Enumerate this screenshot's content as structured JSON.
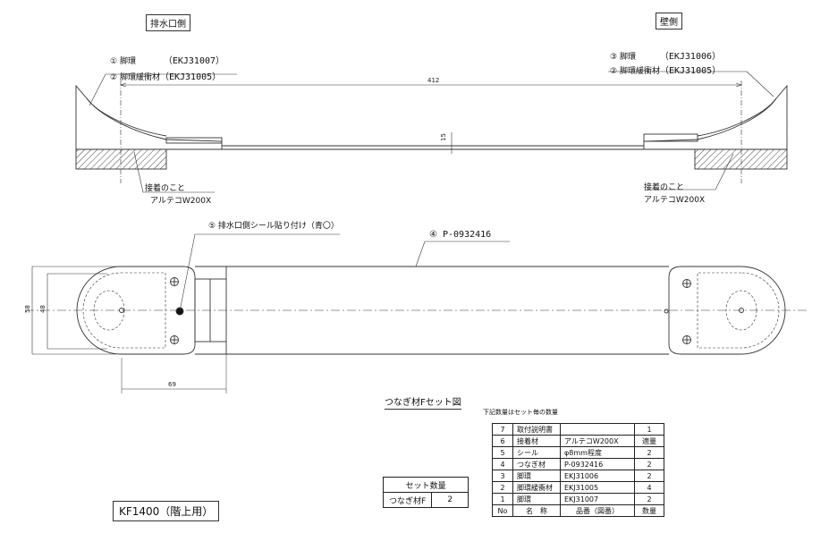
{
  "views": {
    "drain_side": "排水口側",
    "wall_side": "壁側"
  },
  "callouts_left": [
    {
      "no": "①",
      "name": "脚環",
      "code": "（EKJ31007）"
    },
    {
      "no": "②",
      "name": "脚環緩衝材",
      "code": "（EKJ31005）"
    }
  ],
  "callouts_right": [
    {
      "no": "③",
      "name": "脚環",
      "code": "（EKJ31006）"
    },
    {
      "no": "②",
      "name": "脚環緩衝材",
      "code": "（EKJ31005）"
    }
  ],
  "adhesive_left": {
    "line1": "接着のこと",
    "line2": "アルテコW200X"
  },
  "adhesive_right": {
    "line1": "接着のこと",
    "line2": "アルテコW200X"
  },
  "dims": {
    "length": "412",
    "thickness": "15",
    "outer_width": "58",
    "inner_width": "48",
    "offset": "69"
  },
  "seal_note": "⑤ 排水口側シール貼り付け（青〇）",
  "part_note": "④ P-0932416",
  "title": "つなぎ材Fセット図",
  "parts_table": {
    "note": "下記数量はセット毎の数量",
    "rows": [
      {
        "no": "7",
        "name": "取付説明書",
        "code": "",
        "qty": "1"
      },
      {
        "no": "6",
        "name": "接着材",
        "code": "アルテコW200X",
        "qty": "適量"
      },
      {
        "no": "5",
        "name": "シール",
        "code": "φ8mm程度",
        "qty": "2"
      },
      {
        "no": "4",
        "name": "つなぎ材",
        "code": "P-0932416",
        "qty": "2"
      },
      {
        "no": "3",
        "name": "脚環",
        "code": "EKJ31006",
        "qty": "2"
      },
      {
        "no": "2",
        "name": "脚環緩衝材",
        "code": "EKJ31005",
        "qty": "4"
      },
      {
        "no": "1",
        "name": "脚環",
        "code": "EKJ31007",
        "qty": "2"
      }
    ],
    "header": {
      "no": "No",
      "name": "名　称",
      "code": "品番（図番）",
      "qty": "数量"
    }
  },
  "set_qty": {
    "header": "セット数量",
    "item": "つなぎ材F",
    "qty": "2"
  },
  "model": "KF1400（階上用）"
}
